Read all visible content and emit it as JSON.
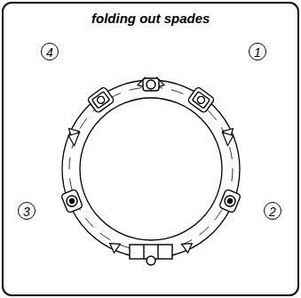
{
  "diagram": {
    "title": "folding out spades",
    "labels": [
      "4",
      "1",
      "3",
      "2"
    ]
  }
}
